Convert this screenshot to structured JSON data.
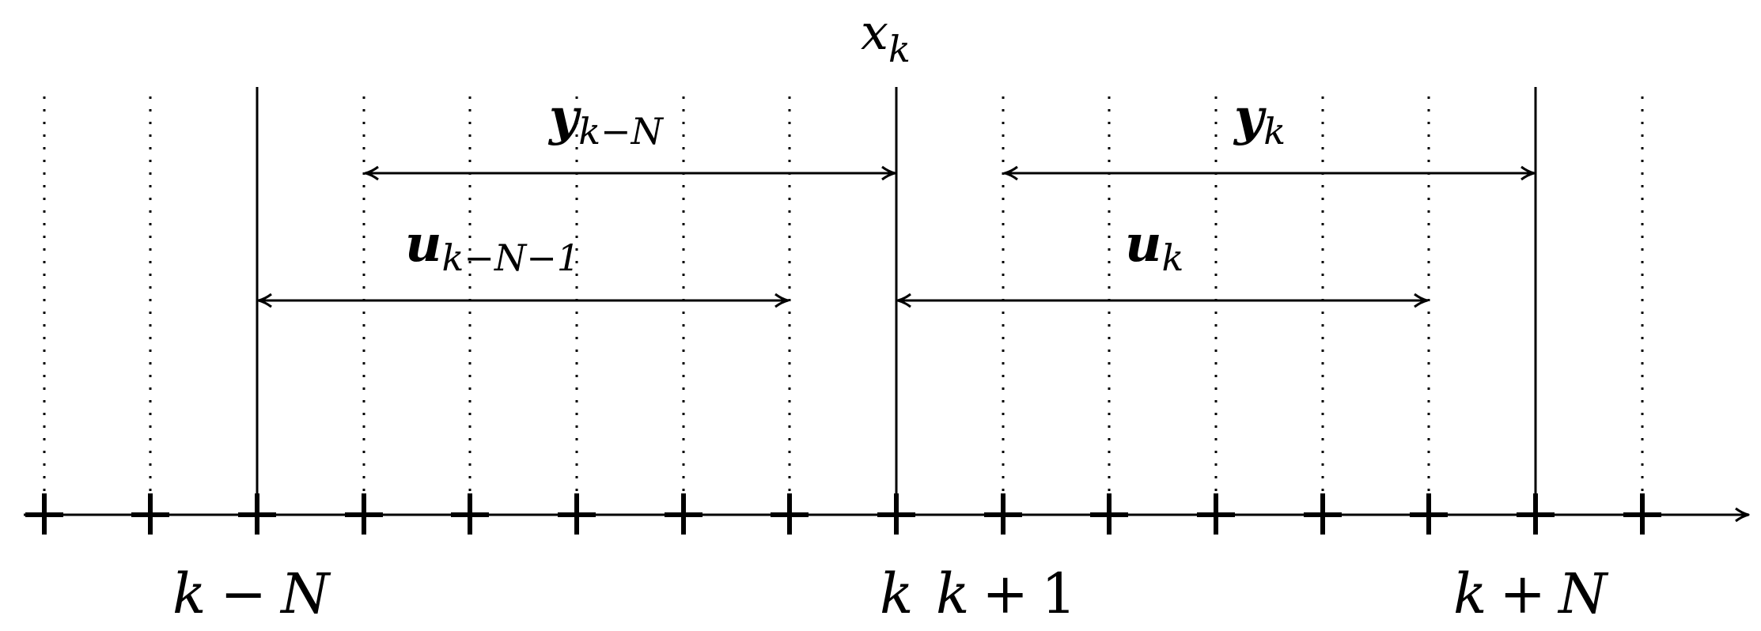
{
  "top_label": {
    "base": "x",
    "sub": "k"
  },
  "arrows": {
    "y_k_minus_n": {
      "base": "y",
      "sub": "k−N"
    },
    "u_k_minus_n_minus_1": {
      "base": "u",
      "sub": "k−N−1"
    },
    "y_k": {
      "base": "y",
      "sub": "k"
    },
    "u_k": {
      "base": "u",
      "sub": "k"
    }
  },
  "axis_labels": {
    "k_minus_n": {
      "k": "k",
      "op": "−",
      "n": "N"
    },
    "k": "k",
    "k_plus_1": {
      "k": "k",
      "op": "+",
      "one": "1"
    },
    "k_plus_n": {
      "k": "k",
      "op": "+",
      "n": "N"
    }
  },
  "colors": {
    "ink": "#000000",
    "background": "#ffffff"
  }
}
